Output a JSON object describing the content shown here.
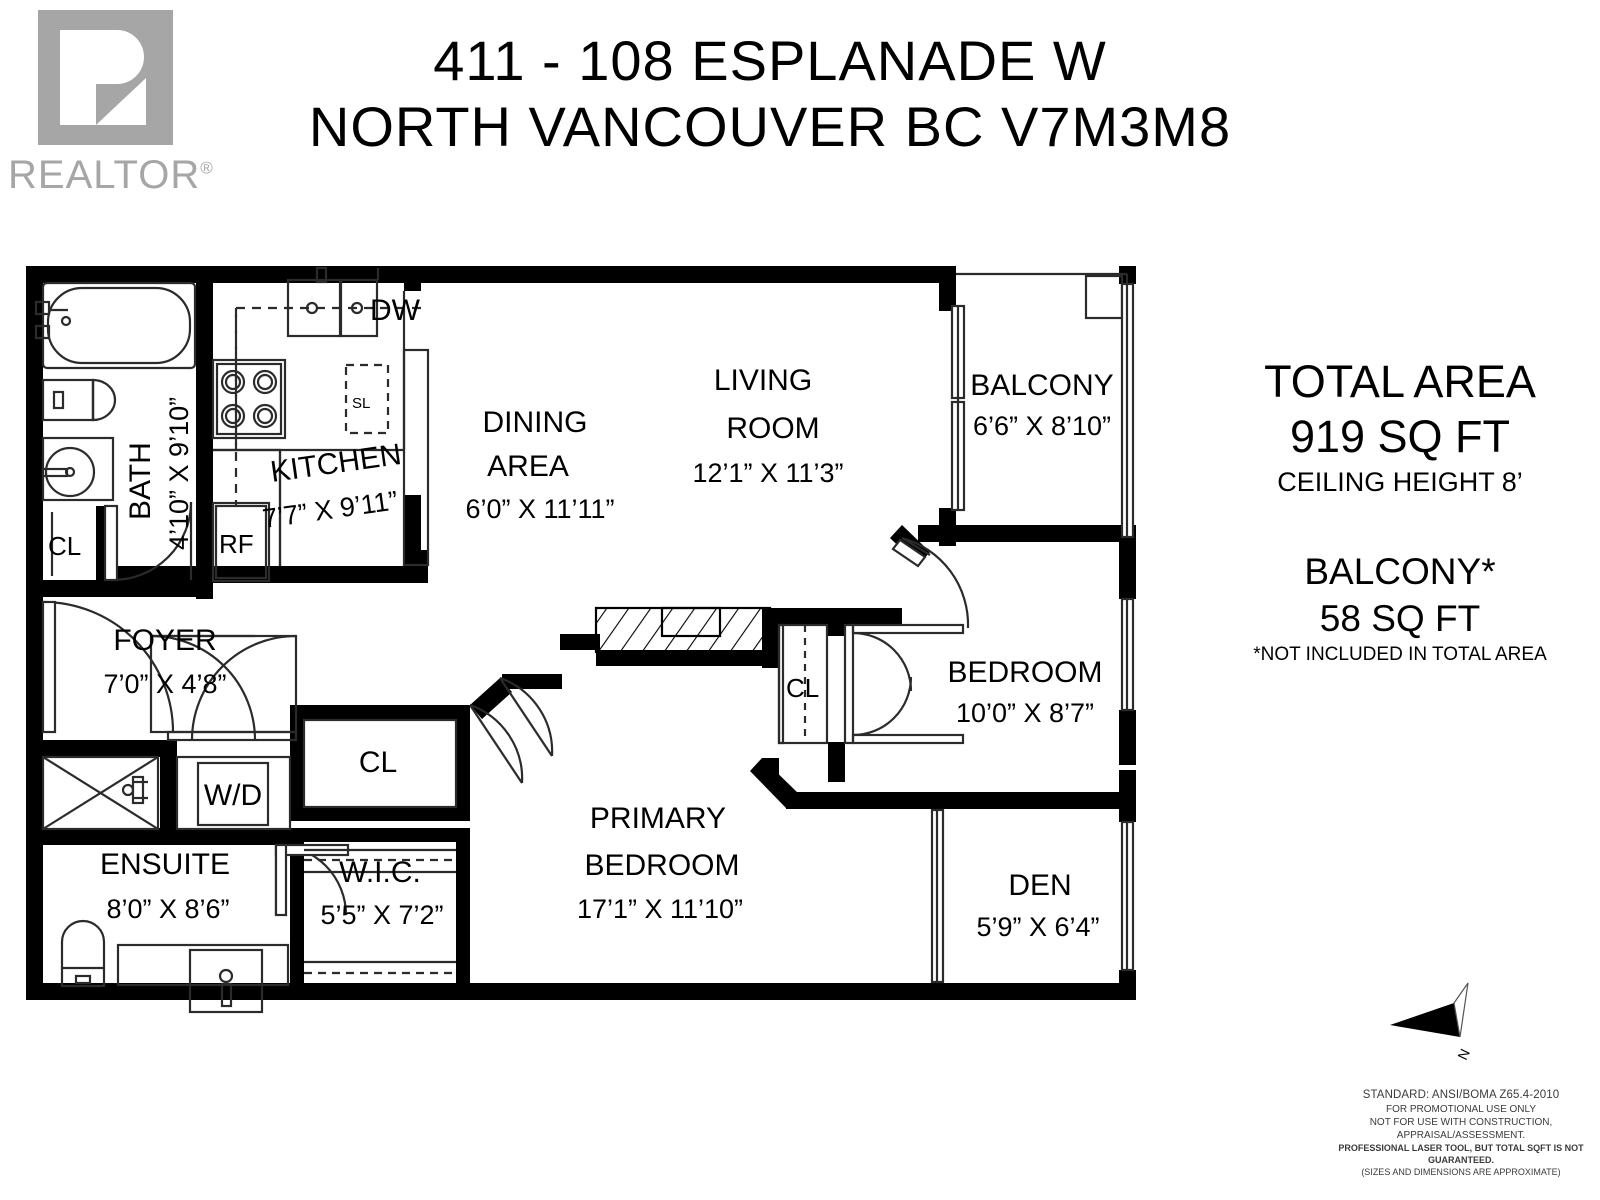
{
  "logo": {
    "wordmark": "REALTOR",
    "registered": "®"
  },
  "header": {
    "line1": "411 - 108 ESPLANADE W",
    "line2": "NORTH VANCOUVER BC V7M3M8"
  },
  "info": {
    "total_area_label": "TOTAL AREA",
    "total_area_value": "919  SQ FT",
    "ceiling_height": "CEILING HEIGHT 8’",
    "balcony_label": "BALCONY*",
    "balcony_value": "58  SQ FT",
    "balcony_note": "*NOT INCLUDED IN TOTAL AREA"
  },
  "disclaimer": {
    "line1": "STANDARD: ANSI/BOMA Z65.4-2010",
    "line2": "FOR PROMOTIONAL USE ONLY",
    "line3": "NOT FOR USE WITH CONSTRUCTION, APPRAISAL/ASSESSMENT.",
    "line4": "PROFESSIONAL LASER TOOL, BUT TOTAL SQFT IS NOT GUARANTEED.",
    "line5": "(SIZES AND DIMENSIONS ARE APPROXIMATE)"
  },
  "compass": {
    "label": "N"
  },
  "rooms": {
    "bath": {
      "name": "BATH",
      "dim": "4’10” X 9’10”"
    },
    "kitchen": {
      "name": "KITCHEN",
      "dim": "7’7” X 9’11”"
    },
    "dining": {
      "name_l1": "DINING",
      "name_l2": "AREA",
      "dim": "6’0” X 11’11”"
    },
    "living": {
      "name_l1": "LIVING",
      "name_l2": "ROOM",
      "dim": "12’1” X 11’3”"
    },
    "balcony": {
      "name": "BALCONY",
      "dim": "6’6” X 8’10”"
    },
    "bedroom": {
      "name": "BEDROOM",
      "dim": "10’0” X 8’7”"
    },
    "den": {
      "name": "DEN",
      "dim": "5’9” X 6’4”"
    },
    "foyer": {
      "name": "FOYER",
      "dim": "7’0” X 4’8”"
    },
    "ensuite": {
      "name": "ENSUITE",
      "dim": "8’0” X 8’6”"
    },
    "wic": {
      "name": "W.I.C.",
      "dim": "5’5” X 7’2”"
    },
    "primary_bedroom": {
      "name_l1": "PRIMARY",
      "name_l2": "BEDROOM",
      "dim": "17’1” X 11’10”"
    }
  },
  "labels": {
    "closet_bath": "CL",
    "closet_hall": "CL",
    "closet_bedroom": "CL",
    "dishwasher": "DW",
    "refrigerator": "RF",
    "stacked_laundry": "SL",
    "washer_dryer": "W/D"
  },
  "colors": {
    "wall": "#000000",
    "fixture_line": "#3a3a3a",
    "logo_gray": "#a6a6a6",
    "background": "#ffffff"
  }
}
